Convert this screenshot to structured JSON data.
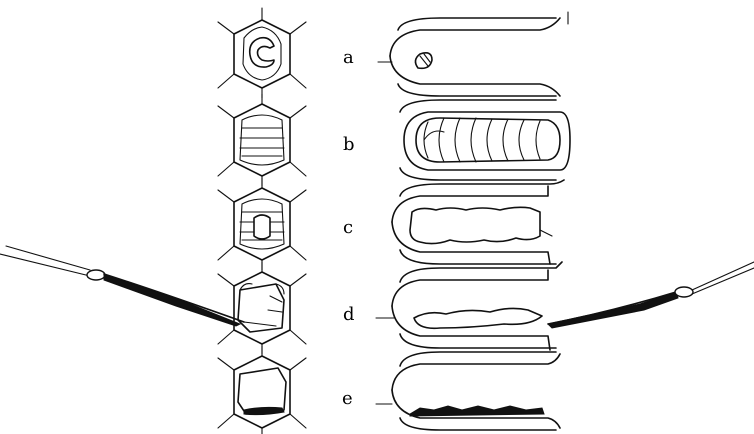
{
  "stages": [
    {
      "label": "a",
      "description_key": "egg-larva"
    },
    {
      "label": "b",
      "description_key": "larva"
    },
    {
      "label": "c",
      "description_key": "cell-content"
    },
    {
      "label": "d",
      "description_key": "shrunk"
    },
    {
      "label": "e",
      "description_key": "scale"
    }
  ],
  "colors": {
    "ink": "#111111",
    "background": "#ffffff"
  }
}
